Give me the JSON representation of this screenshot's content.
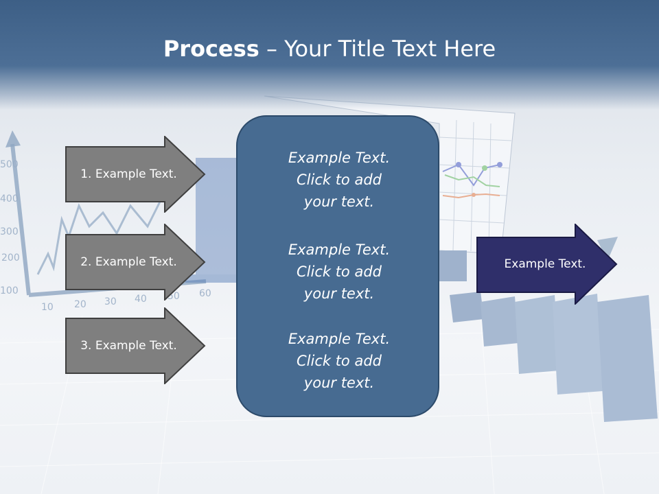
{
  "title": {
    "bold": "Process",
    "rest": " – Your Title Text Here"
  },
  "steps": [
    {
      "label": "1. Example Text."
    },
    {
      "label": "2. Example Text."
    },
    {
      "label": "3. Example Text."
    }
  ],
  "center": {
    "paragraphs": [
      "Example Text.\nClick  to add\nyour text.",
      "Example Text.\nClick  to add\nyour text.",
      "Example Text.\nClick  to add\nyour text."
    ]
  },
  "output": {
    "label": "Example Text."
  },
  "background": {
    "axis_y_labels": [
      "100",
      "200",
      "300",
      "400",
      "500"
    ],
    "axis_x_labels": [
      "10",
      "20",
      "30",
      "40",
      "50",
      "60"
    ]
  },
  "colors": {
    "header": "#4d6f96",
    "step_arrow_fill": "#7f7f7f",
    "center_fill": "#476b91",
    "output_fill": "#2f2f6a"
  }
}
